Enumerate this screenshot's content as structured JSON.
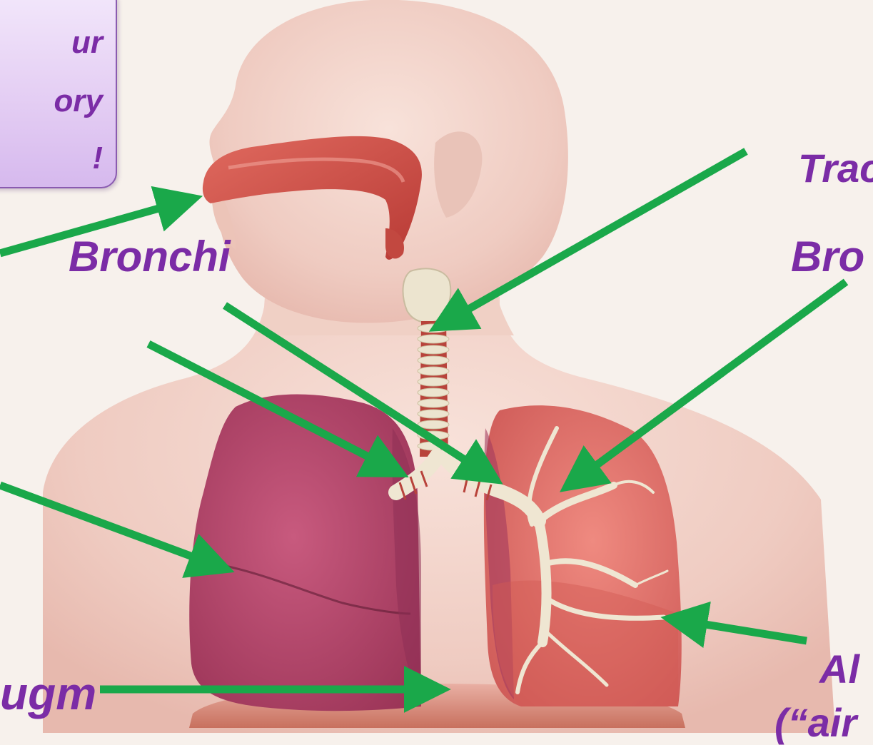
{
  "callout": {
    "line1": "ur",
    "line2": "ory",
    "line3": "!"
  },
  "labels": {
    "trachea": "Trac",
    "bronchi_left": "Bronchi",
    "bronchi_right": "Bro",
    "alveoli": "Al",
    "alveoli_note": "(“air",
    "diaphragm": "ugm"
  },
  "colors": {
    "label_text": "#7b2ca6",
    "arrow": "#1aa84a",
    "skin": "#f1d2c8",
    "lung_left": "#b8456d",
    "lung_right": "#e26f6a",
    "airway": "#c8473f",
    "cartilage": "#ece4cf",
    "callout_fill": "#e3ccf3"
  }
}
